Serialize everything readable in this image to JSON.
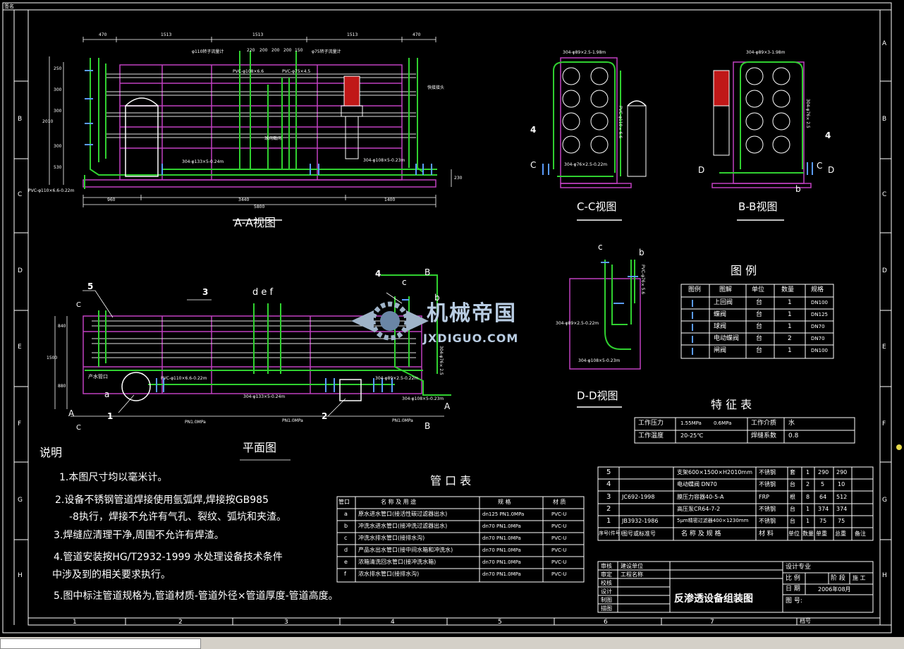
{
  "frame": {
    "col_numbers": [
      "1",
      "2",
      "3",
      "4",
      "5",
      "6",
      "7"
    ],
    "row_letters": [
      "A",
      "B",
      "C",
      "D",
      "E",
      "F",
      "G",
      "H"
    ]
  },
  "watermark": {
    "cn": "机械帝国",
    "en": "JXDIGUO.COM"
  },
  "views": {
    "aa": "A-A视图",
    "cc": "C-C视图",
    "bb": "B-B视图",
    "dd": "D-D视图",
    "plan": "平面图"
  },
  "aa_dims": {
    "top": [
      "470",
      "1513",
      "1513",
      "1513",
      "470"
    ],
    "sub": [
      "220",
      "200",
      "200",
      "200",
      "150"
    ],
    "bottom": [
      "960",
      "3440",
      "1400"
    ],
    "overall": "5800",
    "left": [
      "250",
      "300",
      "300",
      "300",
      "2010",
      "530"
    ],
    "right_h": "230"
  },
  "aa_notes": {
    "flow1": "φ110转子流量计",
    "flow2": "φ75转子流量计",
    "pvc1": "PVC-φ108×6.6",
    "pvc2": "PVC-φ75×4.5",
    "valve": "球阀截阀",
    "quick": "快接接头",
    "pipe1": "304-φ133×5-0.24m",
    "pipe2": "304-φ108×5-0.23m",
    "pvc_bottom": "PVC-φ110×6.6-0.22m"
  },
  "cc_notes": {
    "top": "304-φ89×2.5-1.98m",
    "side": "PVC-φ110×6.6",
    "bottom": "304-φ76×2.5-0.22m",
    "num": "4",
    "c": "C"
  },
  "bb_notes": {
    "top": "304-φ89×3-1.98m",
    "side": "304-φ76×2.5",
    "num": "4",
    "c": "C",
    "d1": "D",
    "d2": "D",
    "b": "b"
  },
  "dd_notes": {
    "c": "c",
    "b": "b",
    "pvc": "PVC-φ76×5.6",
    "p1": "304-φ89×2.5-0.22m",
    "p2": "304-φ108×5-0.23m"
  },
  "plan_notes": {
    "n1": "1",
    "n2": "2",
    "n3": "3",
    "n4": "4",
    "n5": "5",
    "def": "d e f",
    "a": "a",
    "b": "b",
    "c": "c",
    "product": "产水管口",
    "pvc": "PVC-φ110×6.6-0.22m",
    "p1": "304-φ133×5-0.24m",
    "p2": "304-φ89×2.5-0.22m",
    "p3": "304-φ108×5-0.23m",
    "p4": "304-φ76×2.5",
    "pn1": "PN1.0MPa",
    "pn2": "PN1.0MPa",
    "pn3": "PN1.0MPa",
    "A1": "A",
    "A2": "A",
    "B1": "B",
    "B2": "B",
    "C1": "C",
    "C2": "C",
    "dims": [
      "1500",
      "840",
      "880"
    ]
  },
  "legend": {
    "title": "图 例",
    "headers": [
      "图例",
      "图解",
      "单位",
      "数量",
      "规格"
    ],
    "rows": [
      [
        "上回阀",
        "台",
        "1",
        "DN100"
      ],
      [
        "蝶阀",
        "台",
        "1",
        "DN125"
      ],
      [
        "球阀",
        "台",
        "1",
        "DN70"
      ],
      [
        "电动蝶阀",
        "台",
        "2",
        "DN70"
      ],
      [
        "闸阀",
        "台",
        "1",
        "DN100"
      ]
    ]
  },
  "feature": {
    "title": "特 征 表",
    "r1": [
      "工作压力",
      "1.55MPa",
      "0.6MPa",
      "工作介质",
      "水"
    ],
    "r2": [
      "工作温度",
      "20-25℃",
      "焊缝系数",
      "0.8"
    ]
  },
  "notes": {
    "title": "说明",
    "lines": [
      "1.本图尺寸均以毫米计。",
      "2.设备不锈钢管道焊接使用氩弧焊,焊接按GB985",
      "-8执行，焊接不允许有气孔、裂纹、弧坑和夹渣。",
      "3.焊缝应清理干净,周围不允许有焊渣。",
      "4.管道安装按HG/T2932-1999   水处理设备技术条件",
      "中涉及到的相关要求执行。",
      "5.图中标注管道规格为,管道材质-管道外径×管道厚度-管道高度。"
    ]
  },
  "ports": {
    "title": "管 口 表",
    "headers": [
      "管口",
      "名 称 及 用 途",
      "规 格",
      "材 质"
    ],
    "rows": [
      [
        "a",
        "原水进水管口(接活性碳过滤器出水)",
        "dn125 PN1.0MPa",
        "PVC-U"
      ],
      [
        "b",
        "冲洗水进水管口(接冲洗过滤器出水)",
        "dn70 PN1.0MPa",
        "PVC-U"
      ],
      [
        "c",
        "冲洗水排水管口(接排水沟)",
        "dn70 PN1.0MPa",
        "PVC-U"
      ],
      [
        "d",
        "产品水出水管口(接中间水箱和冲洗水)",
        "dn70 PN1.0MPa",
        "PVC-U"
      ],
      [
        "e",
        "浓箱清洗回水管口(接冲洗水箱)",
        "dn70 PN1.0MPa",
        "PVC-U"
      ],
      [
        "f",
        "浓水排水管口(接排水沟)",
        "dn70 PN1.0MPa",
        "PVC-U"
      ]
    ]
  },
  "parts": {
    "rows": [
      [
        "5",
        "",
        "支架600×1500×H2010mm",
        "不锈钢",
        "套",
        "1",
        "290",
        "290"
      ],
      [
        "4",
        "",
        "电动蝶阀 DN70",
        "不锈钢",
        "台",
        "2",
        "5",
        "10"
      ],
      [
        "3",
        "JC692-1998",
        "膜压力容器40-5-A",
        "FRP",
        "根",
        "8",
        "64",
        "512"
      ],
      [
        "2",
        "",
        "高压泵CR64-7-2",
        "不锈钢",
        "台",
        "1",
        "374",
        "374"
      ],
      [
        "1",
        "JB3932-1986",
        "5μm精密过滤器400×1230mm",
        "不锈钢",
        "台",
        "1",
        "75",
        "75"
      ]
    ],
    "headers": [
      "序号(件号)",
      "图号或标准号",
      "名 称 及 规 格",
      "材 料",
      "单位",
      "数量",
      "单重",
      "总重",
      "备注"
    ]
  },
  "titleblock": {
    "l1": [
      "审核",
      "建设单位"
    ],
    "l2": [
      "审定",
      "工程名称"
    ],
    "l3": [
      "校核"
    ],
    "l4": [
      "设计"
    ],
    "l5": [
      "制图"
    ],
    "l6": [
      "描图"
    ],
    "spec": "设计专业",
    "ratio": "比 例",
    "stage": "阶 段",
    "shigong": "施 工",
    "date": "日 期",
    "date_val": "2006年08月",
    "drawing_no": "图 号:",
    "title": "反渗透设备组装图",
    "archive": "档号"
  },
  "corner": "签名"
}
